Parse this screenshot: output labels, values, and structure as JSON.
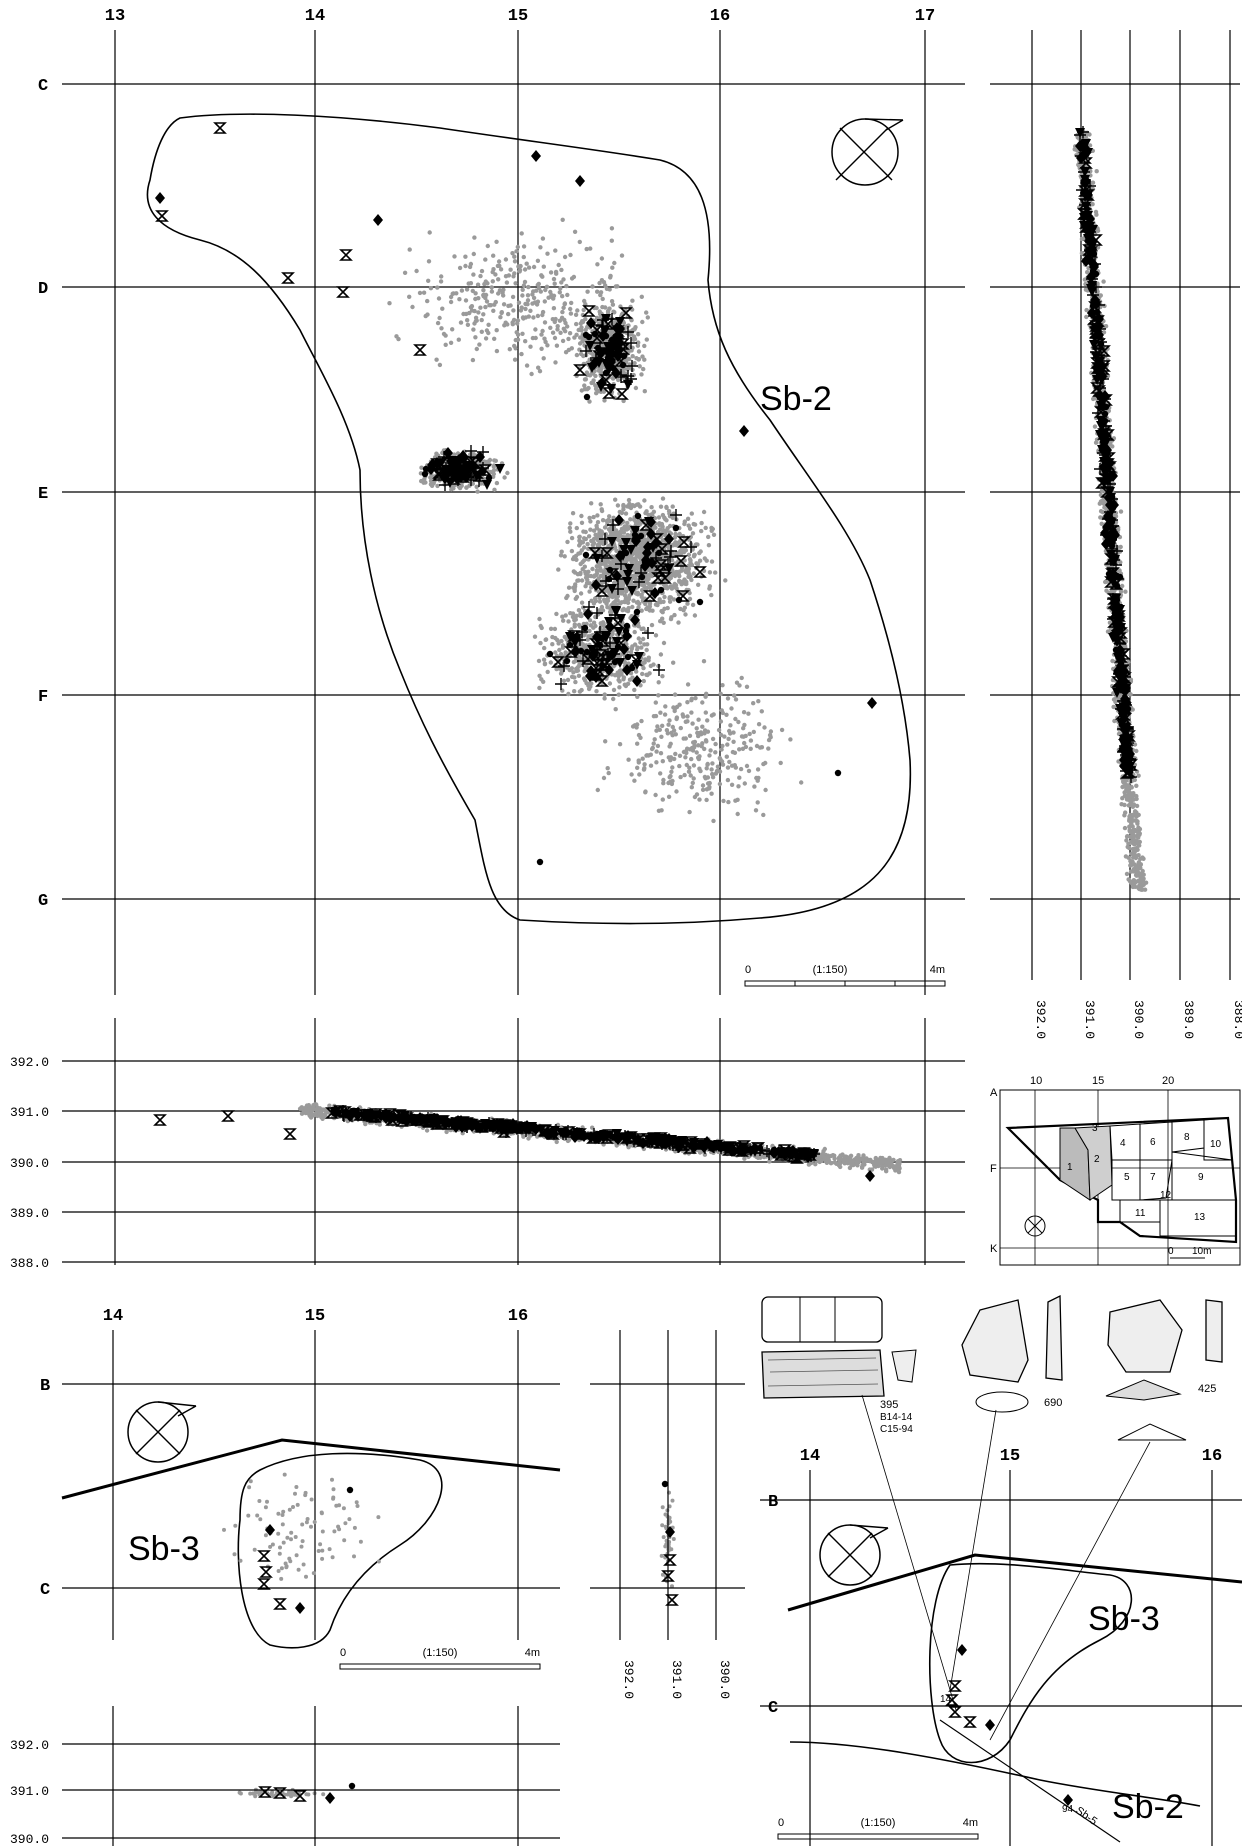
{
  "plan_main": {
    "columns": [
      "13",
      "14",
      "15",
      "16",
      "17"
    ],
    "rows": [
      "C",
      "D",
      "E",
      "F",
      "G"
    ],
    "feature_label": "Sb-2",
    "scale_ratio": "(1:150)",
    "scale_start": "0",
    "scale_end": "4m"
  },
  "side_profile_main": {
    "elevations": [
      "392.0",
      "391.0",
      "390.0",
      "389.0",
      "388.0"
    ]
  },
  "bottom_profile_main": {
    "elevations": [
      "392.0",
      "391.0",
      "390.0",
      "389.0",
      "388.0"
    ]
  },
  "key_map": {
    "top_columns": [
      "10",
      "15",
      "20"
    ],
    "rows": [
      "A",
      "F",
      "K"
    ],
    "areas": [
      "1",
      "2",
      "3",
      "4",
      "5",
      "6",
      "7",
      "8",
      "9",
      "10",
      "11",
      "12",
      "13"
    ],
    "scale_start": "0",
    "scale_end": "10m"
  },
  "plan_sb3": {
    "columns": [
      "14",
      "15",
      "16"
    ],
    "rows": [
      "B",
      "C"
    ],
    "feature_label": "Sb-3",
    "scale_ratio": "(1:150)",
    "scale_start": "0",
    "scale_end": "4m",
    "side_elevations": [
      "392.0",
      "391.0",
      "390.0"
    ],
    "bottom_elevations": [
      "392.0",
      "391.0",
      "390.0"
    ]
  },
  "refit_panel": {
    "columns": [
      "14",
      "15",
      "16"
    ],
    "rows": [
      "B",
      "C"
    ],
    "label_sb3": "Sb-3",
    "label_sb2": "Sb-2",
    "label_sb5": "Sb-5",
    "artifact_395": "395",
    "artifact_395_ref1": "B14-14",
    "artifact_395_ref2": "C15-94",
    "artifact_690": "690",
    "artifact_425": "425",
    "point_14": "14",
    "point_94": "94",
    "scale_ratio": "(1:150)",
    "scale_start": "0",
    "scale_end": "4m"
  },
  "colors": {
    "ink": "#000000",
    "dots": "#9a9a9a"
  }
}
